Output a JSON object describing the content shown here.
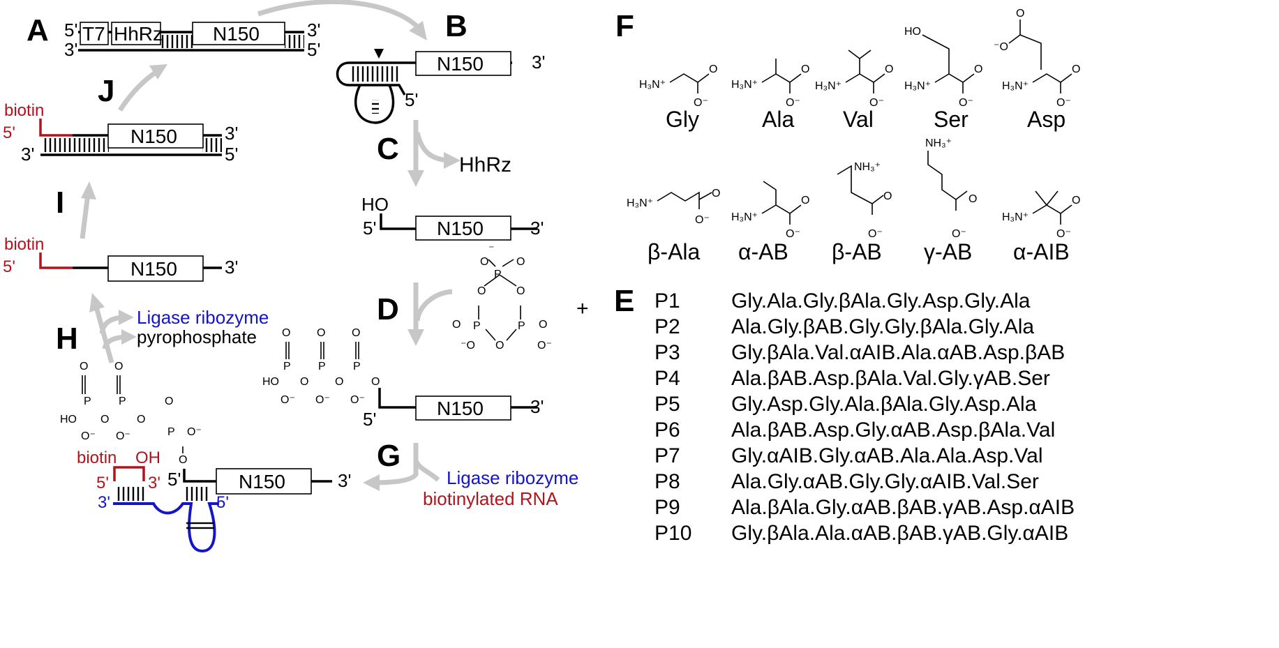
{
  "panels": {
    "A": "A",
    "B": "B",
    "C": "C",
    "D": "D",
    "E": "E",
    "F": "F",
    "G": "G",
    "H": "H",
    "I": "I",
    "J": "J"
  },
  "ends": {
    "five": "5'",
    "three": "3'"
  },
  "boxes": {
    "t7": "T7",
    "hhrz": "HhRz",
    "n150": "N150"
  },
  "labels": {
    "hhrz_released": "HhRz",
    "biotin": "biotin",
    "oh": "OH",
    "ho": "HO",
    "plus": "+",
    "ligase_h": "Ligase ribozyme",
    "pyrophosphate": "pyrophosphate",
    "ligase_g": "Ligase ribozyme",
    "biotinylated_rna": "biotinylated RNA"
  },
  "colors": {
    "red": "#b0141c",
    "blue": "#1414c8",
    "arrow": "#c7c7c7"
  },
  "amino_acids": [
    "Gly",
    "Ala",
    "Val",
    "Ser",
    "Asp",
    "β-Ala",
    "α-AB",
    "β-AB",
    "γ-AB",
    "α-AIB"
  ],
  "peptides": [
    {
      "id": "P1",
      "seq": "Gly.Ala.Gly.βAla.Gly.Asp.Gly.Ala"
    },
    {
      "id": "P2",
      "seq": "Ala.Gly.βAB.Gly.Gly.βAla.Gly.Ala"
    },
    {
      "id": "P3",
      "seq": "Gly.βAla.Val.αAIB.Ala.αAB.Asp.βAB"
    },
    {
      "id": "P4",
      "seq": "Ala.βAB.Asp.βAla.Val.Gly.γAB.Ser"
    },
    {
      "id": "P5",
      "seq": "Gly.Asp.Gly.Ala.βAla.Gly.Asp.Ala"
    },
    {
      "id": "P6",
      "seq": "Ala.βAB.Asp.Gly.αAB.Asp.βAla.Val"
    },
    {
      "id": "P7",
      "seq": "Gly.αAIB.Gly.αAB.Ala.Ala.Asp.Val"
    },
    {
      "id": "P8",
      "seq": "Ala.Gly.αAB.Gly.Gly.αAIB.Val.Ser"
    },
    {
      "id": "P9",
      "seq": "Ala.βAla.Gly.αAB.βAB.γAB.Asp.αAIB"
    },
    {
      "id": "P10",
      "seq": "Gly.βAla.Ala.αAB.βAB.γAB.Gly.αAIB"
    }
  ]
}
